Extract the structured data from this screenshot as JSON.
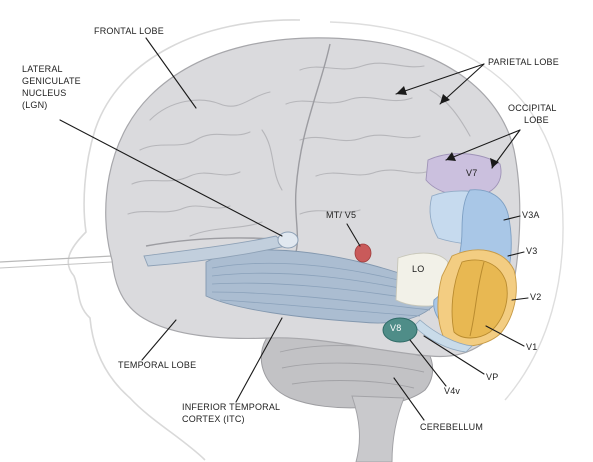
{
  "labels": {
    "frontal_lobe": "FRONTAL LOBE",
    "lgn_line1": "LATERAL",
    "lgn_line2": "GENICULATE",
    "lgn_line3": "NUCLEUS",
    "lgn_line4": "(LGN)",
    "parietal_lobe": "PARIETAL LOBE",
    "occipital_line1": "OCCIPITAL",
    "occipital_line2": "LOBE",
    "mt_v5": "MT/ V5",
    "v7": "V7",
    "v3a": "V3A",
    "v3": "V3",
    "lo": "LO",
    "v2": "V2",
    "v8": "V8",
    "v1": "V1",
    "vp": "VP",
    "v4v": "V4v",
    "temporal_lobe": "TEMPORAL LOBE",
    "itc_line1": "INFERIOR TEMPORAL",
    "itc_line2": "CORTEX (ITC)",
    "cerebellum": "CEREBELLUM"
  },
  "colors": {
    "brain_fill": "#d9d9dc",
    "brain_edge": "#a9a9ad",
    "head_outline": "#d6d6d6",
    "optic_radiation": "#9fb4cc",
    "mt_v5": "#c95a5a",
    "v1": "#e9b956",
    "v2": "#f2cc7e",
    "v3": "#a8c6e6",
    "v3a": "#c3d8ec",
    "v7": "#c7bcdc",
    "v8": "#4f8d88",
    "lo": "#f1f0e6",
    "cerebellum": "#bfbfc2",
    "leader": "#1a1a1a"
  }
}
